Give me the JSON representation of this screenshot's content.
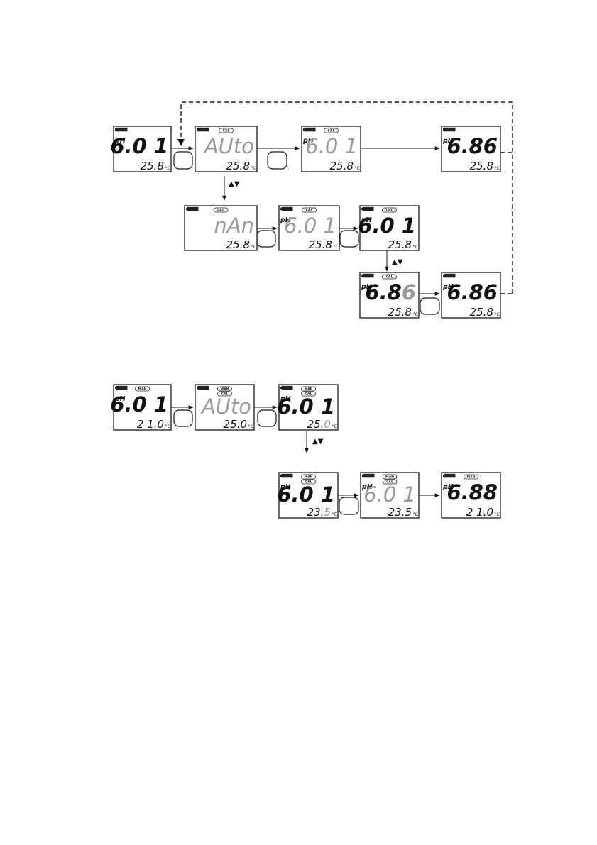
{
  "panels": [
    {
      "id": "p1",
      "main": "6.0 1",
      "main_dim": false,
      "ph": true,
      "temp": "25.8",
      "temp_tail": "",
      "badges": []
    },
    {
      "id": "p2",
      "main": "AUto",
      "main_dim": true,
      "ph": false,
      "temp": "25.8",
      "temp_tail": "",
      "badges": [
        "CAL"
      ]
    },
    {
      "id": "p3",
      "main": "6.0 1",
      "main_dim": true,
      "ph": true,
      "temp": "25.8",
      "temp_tail": "",
      "badges": [
        "CAL"
      ]
    },
    {
      "id": "p4",
      "main": "6.86",
      "main_dim": false,
      "ph": true,
      "temp": "25.8",
      "temp_tail": "",
      "badges": []
    },
    {
      "id": "p5",
      "main": "nAn",
      "main_dim": true,
      "ph": false,
      "temp": "25.8",
      "temp_tail": "",
      "badges": [
        "CAL"
      ]
    },
    {
      "id": "p6",
      "main": "6.0 1",
      "main_dim": true,
      "ph": true,
      "temp": "25.8",
      "temp_tail": "",
      "badges": [
        "CAL"
      ]
    },
    {
      "id": "p7",
      "main": "6.0 1",
      "main_dim": false,
      "ph": true,
      "temp": "25.8",
      "temp_tail": "",
      "badges": [
        "CAL"
      ]
    },
    {
      "id": "p8",
      "main": "6.8",
      "main_tail": "6",
      "main_dim": false,
      "ph": true,
      "temp": "25.8",
      "temp_tail": "",
      "badges": [
        "CAL"
      ]
    },
    {
      "id": "p9",
      "main": "6.86",
      "main_dim": false,
      "ph": true,
      "temp": "25.8",
      "temp_tail": "",
      "badges": []
    },
    {
      "id": "p10",
      "main": "6.0 1",
      "main_dim": false,
      "ph": true,
      "temp": "2 1.0",
      "temp_tail": "",
      "badges": [
        "MAN"
      ]
    },
    {
      "id": "p11",
      "main": "AUto",
      "main_dim": true,
      "ph": false,
      "temp": "25.0",
      "temp_tail": "",
      "badges": [
        "MAN",
        "CAL"
      ]
    },
    {
      "id": "p12",
      "main": "6.0 1",
      "main_dim": false,
      "ph": true,
      "temp": "25.",
      "temp_tail": "0",
      "badges": [
        "MAN",
        "CAL"
      ]
    },
    {
      "id": "p13",
      "main": "6.0 1",
      "main_dim": false,
      "ph": true,
      "temp": "23.",
      "temp_tail": "5",
      "badges": [
        "MAN",
        "CAL"
      ]
    },
    {
      "id": "p14",
      "main": "6.0 1",
      "main_dim": true,
      "ph": true,
      "temp": "23.5",
      "temp_tail": "",
      "badges": [
        "MAN",
        "CAL"
      ]
    },
    {
      "id": "p15",
      "main": "6.88",
      "main_dim": false,
      "ph": true,
      "temp": "2 1.0",
      "temp_tail": "",
      "badges": [
        "MAN"
      ]
    }
  ],
  "labels": {
    "ph": "pH",
    "celsius": "°C",
    "arrow_keys": "▲▼"
  }
}
